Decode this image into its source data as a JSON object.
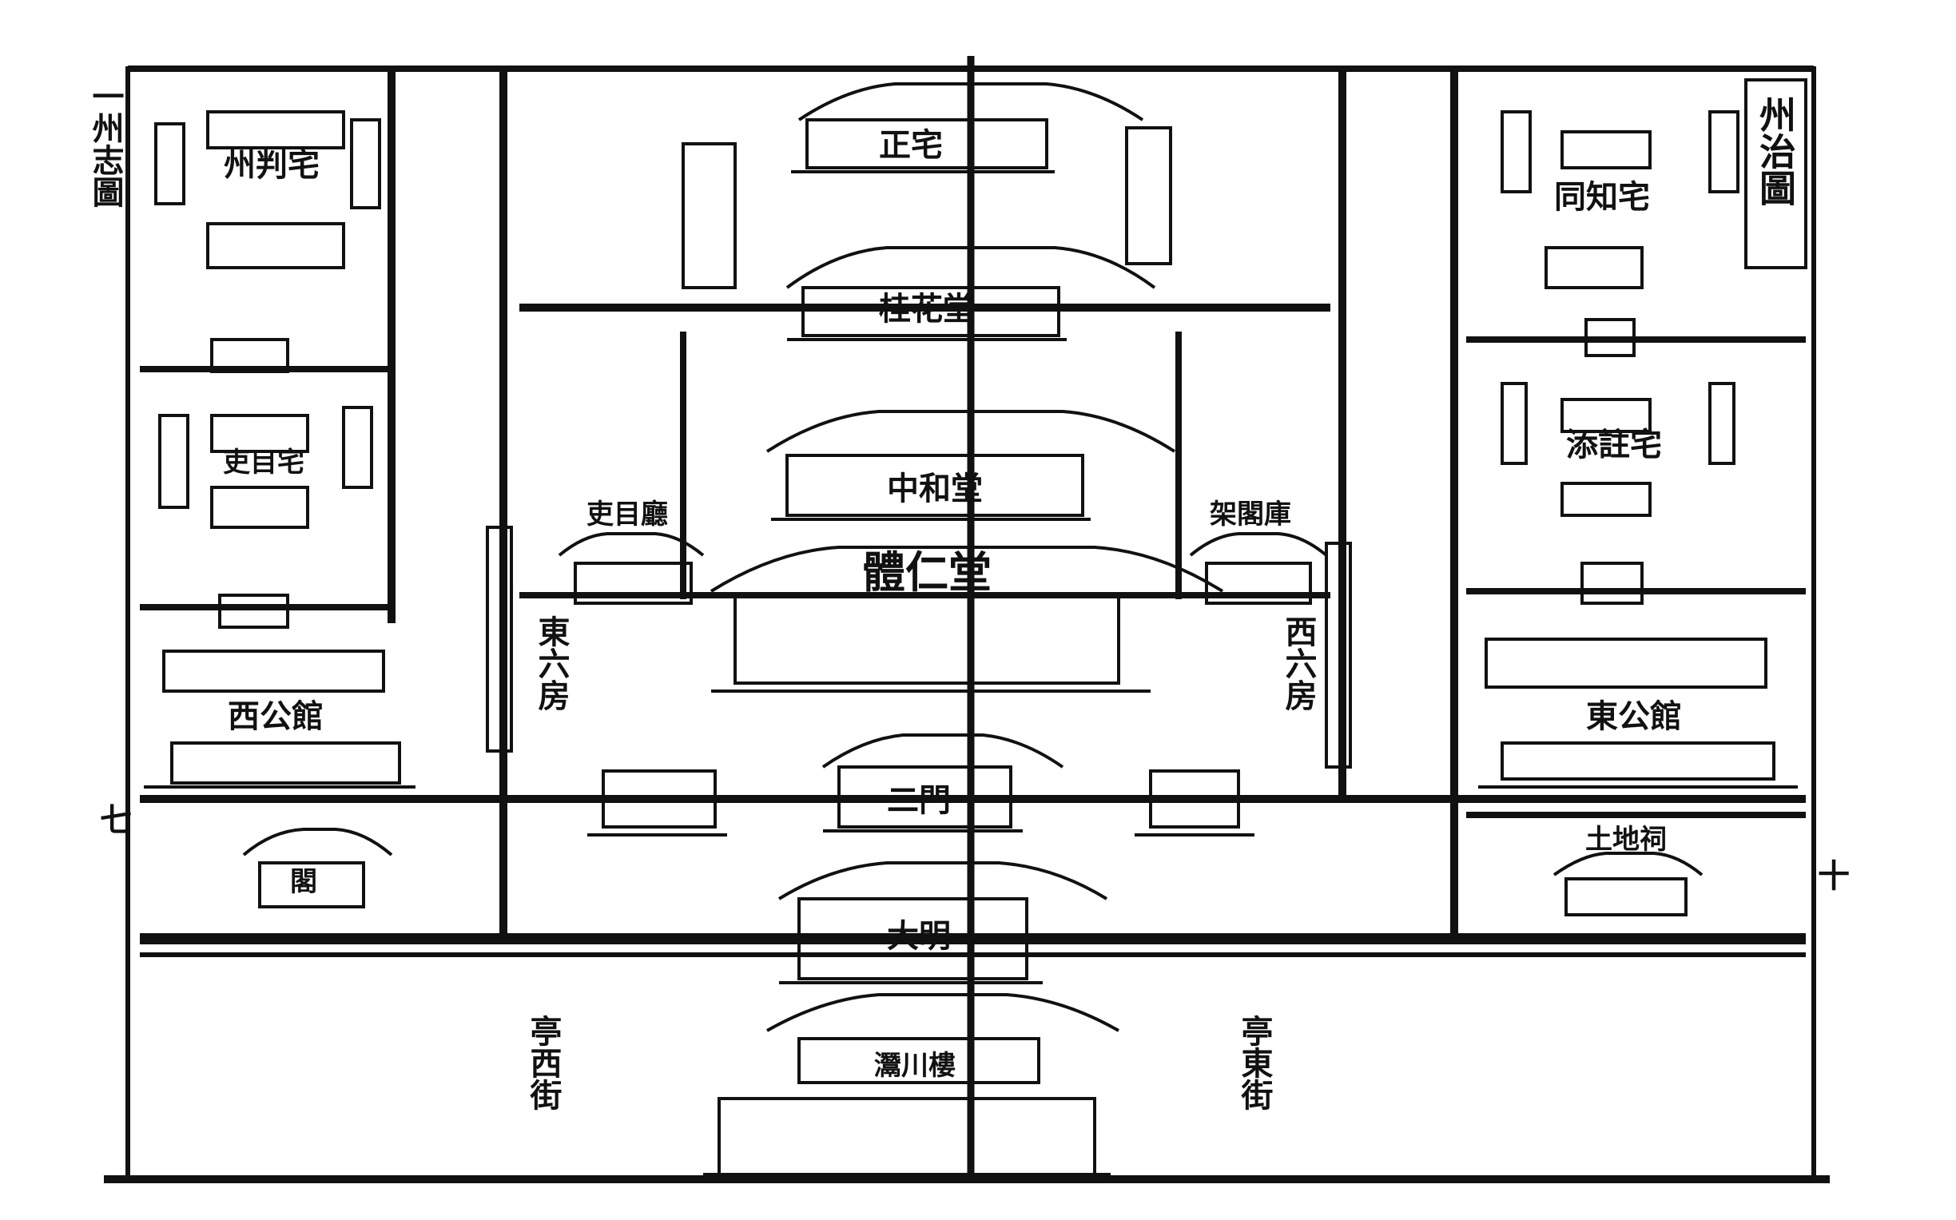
{
  "map_title": "州治圖",
  "margin_left": "一州志圖",
  "page_marks": {
    "left": "七",
    "right": "十"
  },
  "buildings": {
    "chief_residence": "正宅",
    "flower_hall": "桂花堂",
    "harmony_hall": "中和堂",
    "benevolence_hall": "體仁堂",
    "second_gate": "二門",
    "great_gate": "大明",
    "gate_tower": "灊川樓",
    "judge_residence": "州判宅",
    "clerk_residence": "吏目宅",
    "clerk_office": "吏目廳",
    "treasury": "架閣庫",
    "magistrate_residence": "同知宅",
    "assistant_residence": "添註宅",
    "west_hall": "西公館",
    "east_hall": "東公館",
    "west_wing": "東六房",
    "east_wing": "西六房",
    "west_pavilion": "閣",
    "east_shrine": "土地祠",
    "east_street": "亭東街",
    "west_street": "亭西街"
  }
}
